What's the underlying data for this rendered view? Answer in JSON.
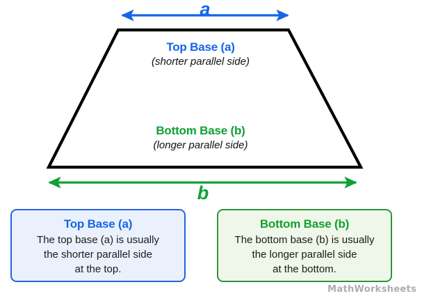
{
  "figure": {
    "shape_name": "trapezoid",
    "top_dimension_letter": "a",
    "bottom_dimension_letter": "b",
    "top_label": {
      "title": "Top Base (a)",
      "subtitle": "(shorter parallel side)"
    },
    "bottom_label": {
      "title": "Bottom Base (b)",
      "subtitle": "(longer parallel side)"
    }
  },
  "boxes": {
    "top_base": {
      "title": "Top Base (a)",
      "lines": [
        "The top base (a) is usually",
        "the shorter parallel side",
        "at the top."
      ]
    },
    "bottom_base": {
      "title": "Bottom Base (b)",
      "lines": [
        "The bottom base (b) is usually",
        "the longer parallel side",
        "at the bottom."
      ]
    }
  },
  "watermark": {
    "text": "MathWorksheets"
  },
  "colors": {
    "blue": "#1565E8",
    "green": "#0FA036",
    "outline": "#000000",
    "blue_box_fill": "#EAF1FC",
    "blue_box_border": "#2463DF",
    "green_box_fill": "#EFF7EA",
    "green_box_border": "#2E9437",
    "background": "#FFFFFF",
    "watermark": "#9AA0A6"
  }
}
